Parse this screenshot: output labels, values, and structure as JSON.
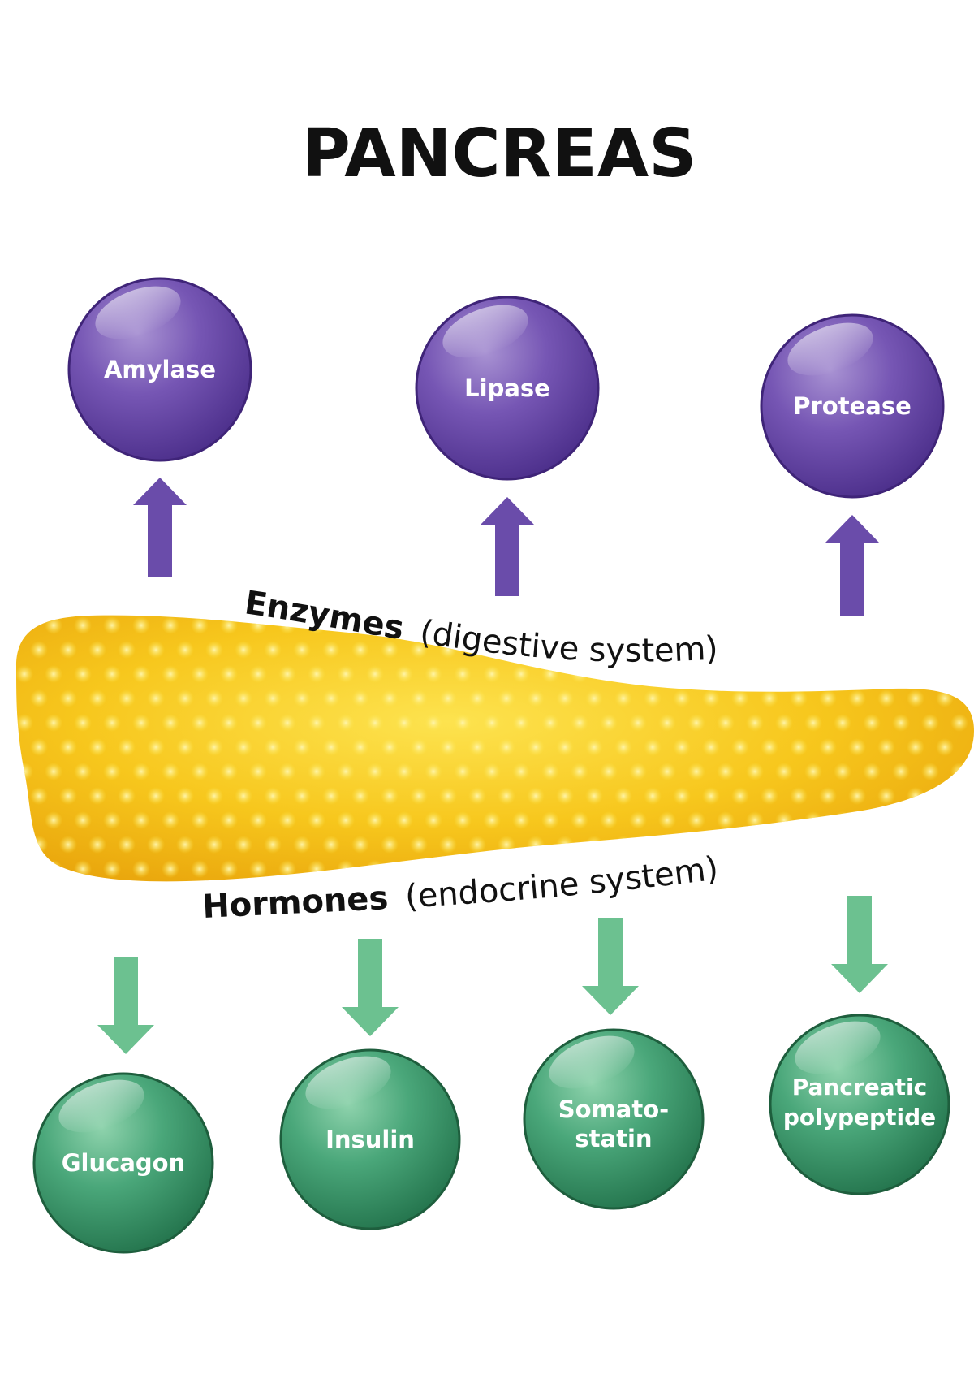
{
  "title": "PANCREAS",
  "enzymes": {
    "heading": "Enzymes",
    "subtitle": "(digestive system)",
    "items": [
      "Amylase",
      "Lipase",
      "Protease"
    ]
  },
  "hormones": {
    "heading": "Hormones",
    "subtitle": "(endocrine system)",
    "items": [
      {
        "line1": "Glucagon",
        "line2": ""
      },
      {
        "line1": "Insulin",
        "line2": ""
      },
      {
        "line1": "Somato-",
        "line2": "statin"
      },
      {
        "line1": "Pancreatic",
        "line2": "polypeptide"
      }
    ]
  },
  "colors": {
    "enzyme": "#6a4aa8",
    "hormone": "#3fa070",
    "enzyme_arrow": "#6a4caa",
    "hormone_arrow": "#6cc190",
    "organ": "#f4c21a"
  }
}
